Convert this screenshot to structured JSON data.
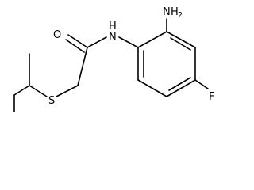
{
  "molecule": {
    "labels": {
      "oxygen": "O",
      "nitrogen_amide": "N",
      "amide_h": "H",
      "amine_n": "N",
      "amine_h": "H",
      "amine_sub": "2",
      "sulfur": "S",
      "fluorine": "F"
    }
  },
  "colors": {
    "bond": "#000000",
    "background": "#ffffff"
  }
}
